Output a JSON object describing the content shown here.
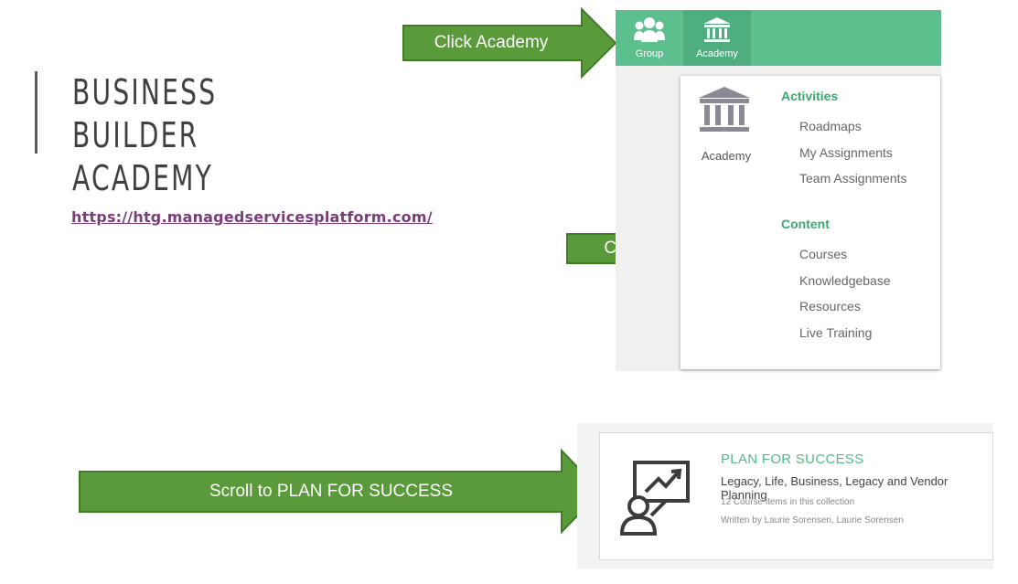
{
  "slide": {
    "title": "BUSINESS BUILDER\nACADEMY",
    "url": "https://htg.managedservicesplatform.com/"
  },
  "arrows": {
    "academy": "Click Academy",
    "courses": "Click Courses",
    "plan": "Scroll to PLAN FOR SUCCESS"
  },
  "navbar": {
    "items": [
      {
        "label": "Group",
        "icon": "group-icon"
      },
      {
        "label": "Academy",
        "icon": "academy-icon"
      }
    ]
  },
  "dropdown": {
    "icon_label": "Academy",
    "sections": [
      {
        "heading": "Activities",
        "links": [
          "Roadmaps",
          "My Assignments",
          "Team Assignments"
        ]
      },
      {
        "heading": "Content",
        "links": [
          "Courses",
          "Knowledgebase",
          "Resources",
          "Live Training"
        ]
      }
    ]
  },
  "course_card": {
    "title": "PLAN FOR SUCCESS",
    "subtitle": "Legacy, Life, Business, Legacy and Vendor Planning",
    "count": "12 Course items in this collection",
    "author": "Written by Laurie Sorensen, Laurie Sorensen"
  },
  "colors": {
    "arrow_green": "#5b9a3a",
    "nav_green": "#5cbf8e",
    "heading_green": "#3aa96e",
    "title_text": "#404040",
    "link_purple": "#7a3d7a"
  }
}
